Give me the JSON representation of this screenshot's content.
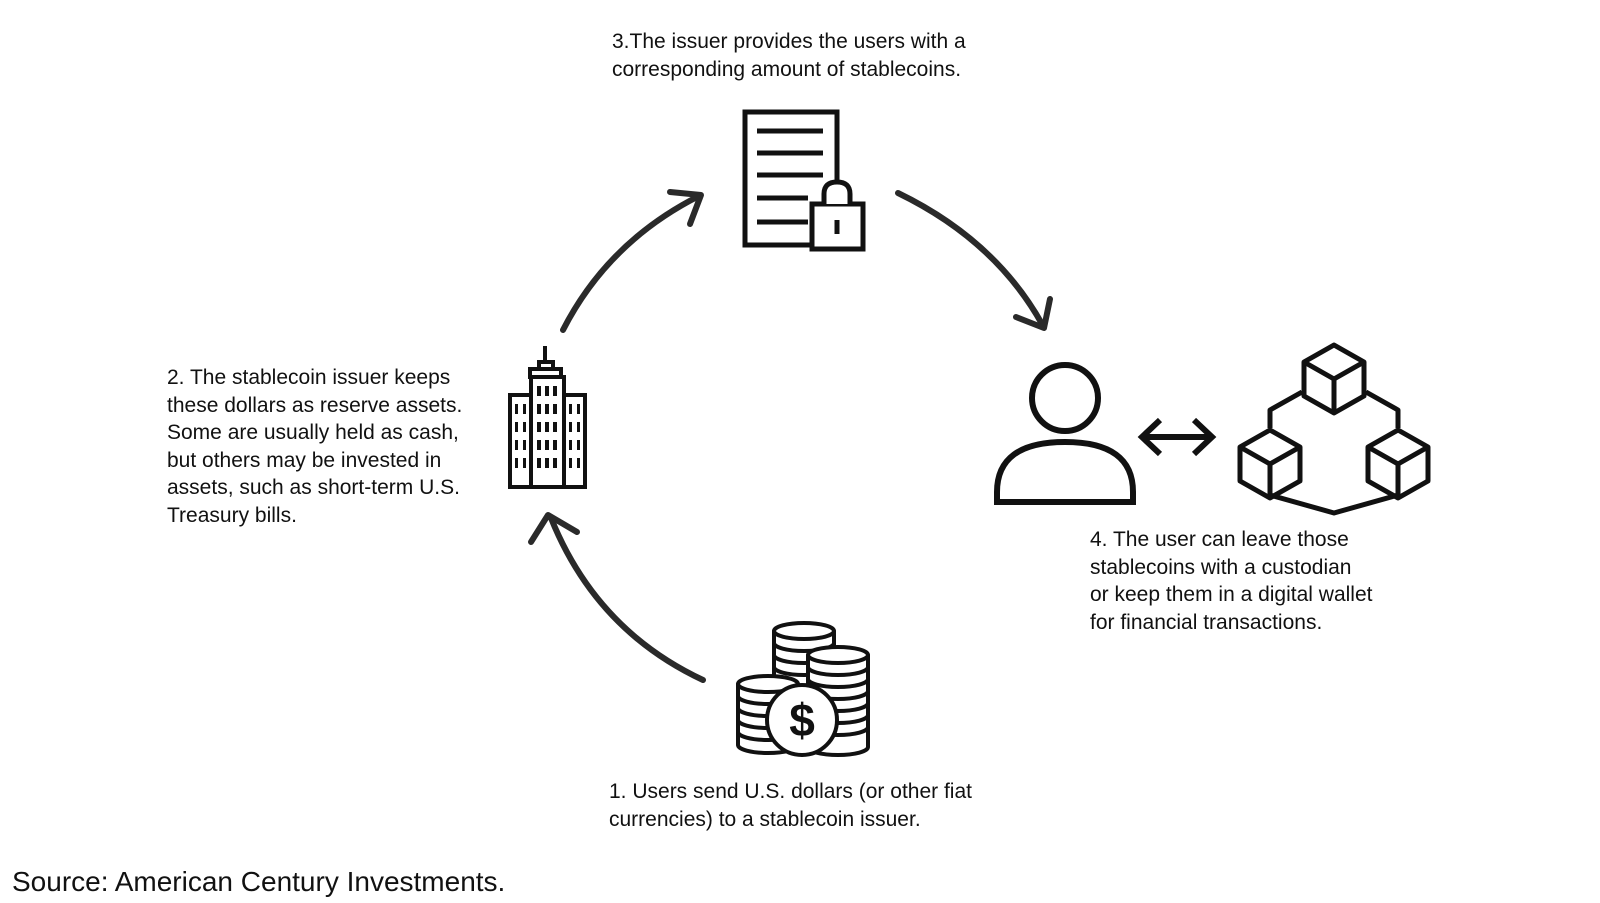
{
  "steps": {
    "step1": {
      "lines": [
        "1. Users send U.S. dollars (or other fiat",
        "currencies) to a stablecoin issuer."
      ],
      "icon": "coins-stack-dollar-icon"
    },
    "step2": {
      "lines": [
        "2. The stablecoin issuer keeps",
        "these dollars as reserve assets.",
        "Some are usually held as cash,",
        "but others may be invested in",
        "assets, such as short-term U.S.",
        "Treasury bills."
      ],
      "icon": "office-building-icon"
    },
    "step3": {
      "lines": [
        "3.The issuer provides the users with a",
        "corresponding amount of stablecoins."
      ],
      "icon": "locked-document-icon"
    },
    "step4": {
      "lines": [
        "4. The user can leave those",
        "stablecoins with a custodian",
        "or keep them in a digital wallet",
        "for financial transactions."
      ],
      "icons": [
        "user-icon",
        "bidirectional-arrow-icon",
        "blockchain-cubes-icon"
      ]
    }
  },
  "source": "Source: American Century Investments.",
  "colors": {
    "stroke": "#111111",
    "arrow": "#2a2a2a",
    "background": "#ffffff"
  }
}
